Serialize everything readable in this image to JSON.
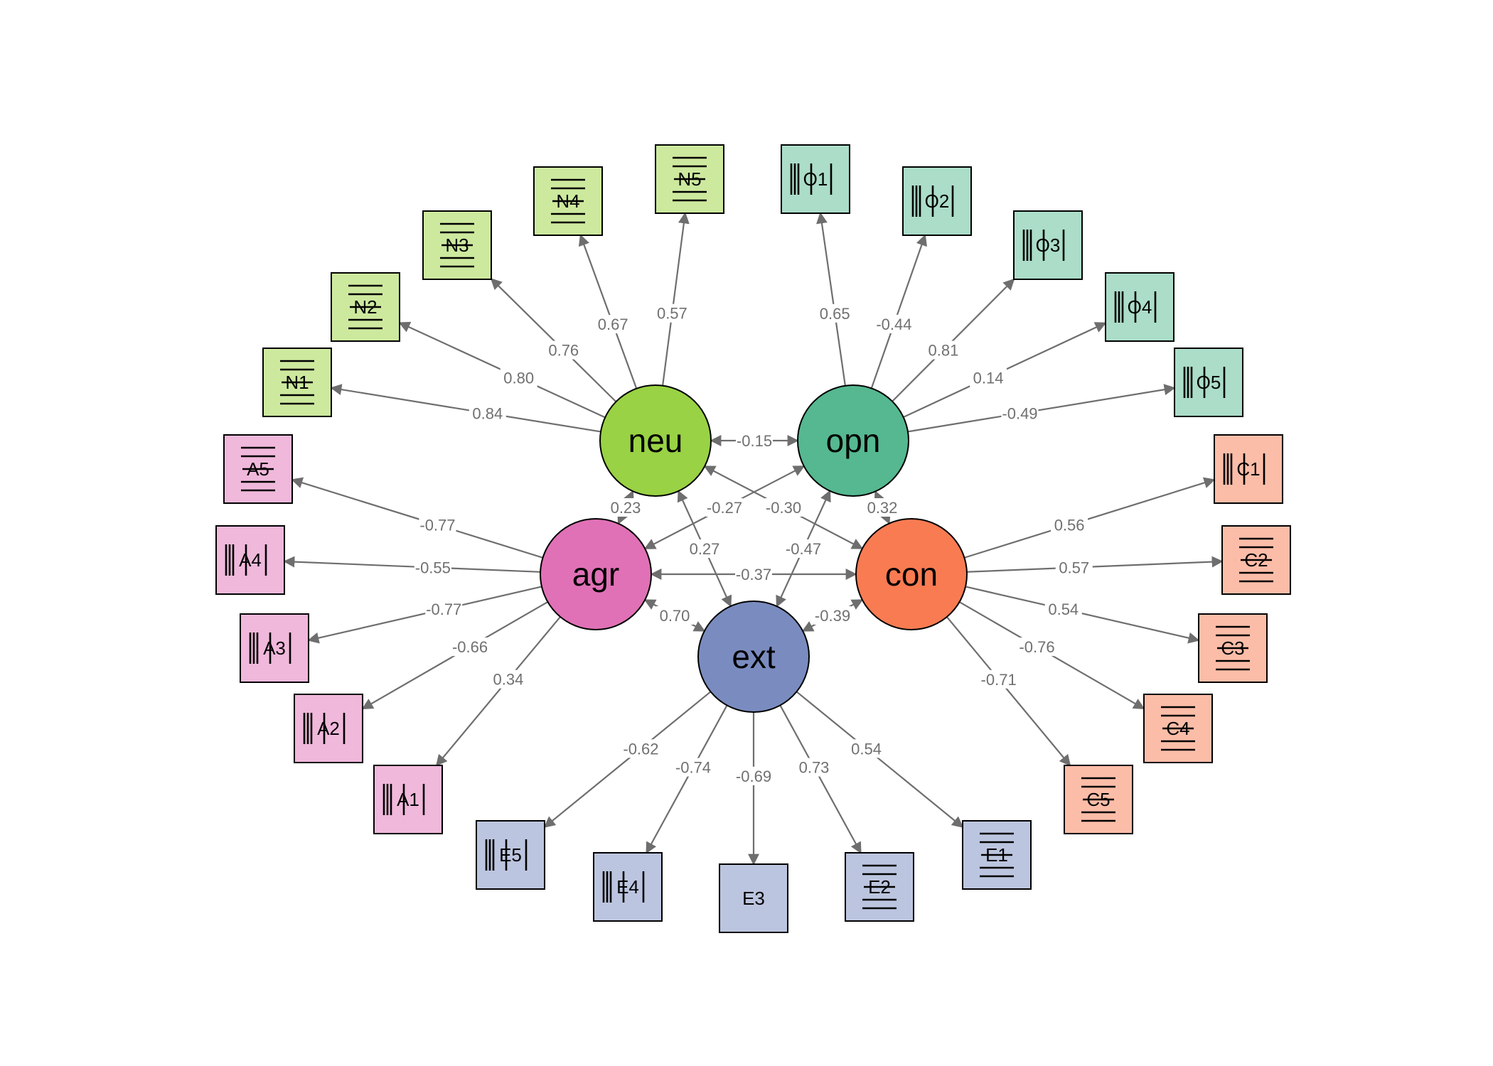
{
  "factors": [
    {
      "id": "neu",
      "label": "neu",
      "color": "#99D244"
    },
    {
      "id": "opn",
      "label": "opn",
      "color": "#55B890"
    },
    {
      "id": "agr",
      "label": "agr",
      "color": "#E071B6"
    },
    {
      "id": "con",
      "label": "con",
      "color": "#F97B52"
    },
    {
      "id": "ext",
      "label": "ext",
      "color": "#7A8CBF"
    }
  ],
  "items": [
    {
      "id": "N1",
      "label": "N1",
      "factor": "neu",
      "loading": "0.84",
      "color": "#CDE99E"
    },
    {
      "id": "N2",
      "label": "N2",
      "factor": "neu",
      "loading": "0.80",
      "color": "#CDE99E"
    },
    {
      "id": "N3",
      "label": "N3",
      "factor": "neu",
      "loading": "0.76",
      "color": "#CDE99E"
    },
    {
      "id": "N4",
      "label": "N4",
      "factor": "neu",
      "loading": "0.67",
      "color": "#CDE99E"
    },
    {
      "id": "N5",
      "label": "N5",
      "factor": "neu",
      "loading": "0.57",
      "color": "#CDE99E"
    },
    {
      "id": "O1",
      "label": "O1",
      "factor": "opn",
      "loading": "0.65",
      "color": "#ABDDC9"
    },
    {
      "id": "O2",
      "label": "O2",
      "factor": "opn",
      "loading": "-0.44",
      "color": "#ABDDC9"
    },
    {
      "id": "O3",
      "label": "O3",
      "factor": "opn",
      "loading": "0.81",
      "color": "#ABDDC9"
    },
    {
      "id": "O4",
      "label": "O4",
      "factor": "opn",
      "loading": "0.14",
      "color": "#ABDDC9"
    },
    {
      "id": "O5",
      "label": "O5",
      "factor": "opn",
      "loading": "-0.49",
      "color": "#ABDDC9"
    },
    {
      "id": "A5",
      "label": "A5",
      "factor": "agr",
      "loading": "-0.77",
      "color": "#F0B8DB"
    },
    {
      "id": "A4",
      "label": "A4",
      "factor": "agr",
      "loading": "-0.55",
      "color": "#F0B8DB"
    },
    {
      "id": "A3",
      "label": "A3",
      "factor": "agr",
      "loading": "-0.77",
      "color": "#F0B8DB"
    },
    {
      "id": "A2",
      "label": "A2",
      "factor": "agr",
      "loading": "-0.66",
      "color": "#F0B8DB"
    },
    {
      "id": "A1",
      "label": "A1",
      "factor": "agr",
      "loading": "0.34",
      "color": "#F0B8DB"
    },
    {
      "id": "C1",
      "label": "C1",
      "factor": "con",
      "loading": "0.56",
      "color": "#FCBDA8"
    },
    {
      "id": "C2",
      "label": "C2",
      "factor": "con",
      "loading": "0.57",
      "color": "#FCBDA8"
    },
    {
      "id": "C3",
      "label": "C3",
      "factor": "con",
      "loading": "0.54",
      "color": "#FCBDA8"
    },
    {
      "id": "C4",
      "label": "C4",
      "factor": "con",
      "loading": "-0.76",
      "color": "#FCBDA8"
    },
    {
      "id": "C5",
      "label": "C5",
      "factor": "con",
      "loading": "-0.71",
      "color": "#FCBDA8"
    },
    {
      "id": "E5",
      "label": "E5",
      "factor": "ext",
      "loading": "-0.62",
      "color": "#BCC5DF"
    },
    {
      "id": "E4",
      "label": "E4",
      "factor": "ext",
      "loading": "-0.74",
      "color": "#BCC5DF"
    },
    {
      "id": "E3",
      "label": "E3",
      "factor": "ext",
      "loading": "-0.69",
      "color": "#BCC5DF"
    },
    {
      "id": "E2",
      "label": "E2",
      "factor": "ext",
      "loading": "0.73",
      "color": "#BCC5DF"
    },
    {
      "id": "E1",
      "label": "E1",
      "factor": "ext",
      "loading": "0.54",
      "color": "#BCC5DF"
    }
  ],
  "covariances": [
    {
      "from": "neu",
      "to": "opn",
      "value": "-0.15"
    },
    {
      "from": "neu",
      "to": "agr",
      "value": "0.23"
    },
    {
      "from": "opn",
      "to": "agr",
      "value": "-0.27"
    },
    {
      "from": "neu",
      "to": "con",
      "value": "-0.30"
    },
    {
      "from": "opn",
      "to": "con",
      "value": "0.32"
    },
    {
      "from": "neu",
      "to": "ext",
      "value": "0.27"
    },
    {
      "from": "opn",
      "to": "ext",
      "value": "-0.47"
    },
    {
      "from": "agr",
      "to": "con",
      "value": "-0.37"
    },
    {
      "from": "agr",
      "to": "ext",
      "value": "0.70"
    },
    {
      "from": "con",
      "to": "ext",
      "value": "-0.39"
    }
  ]
}
